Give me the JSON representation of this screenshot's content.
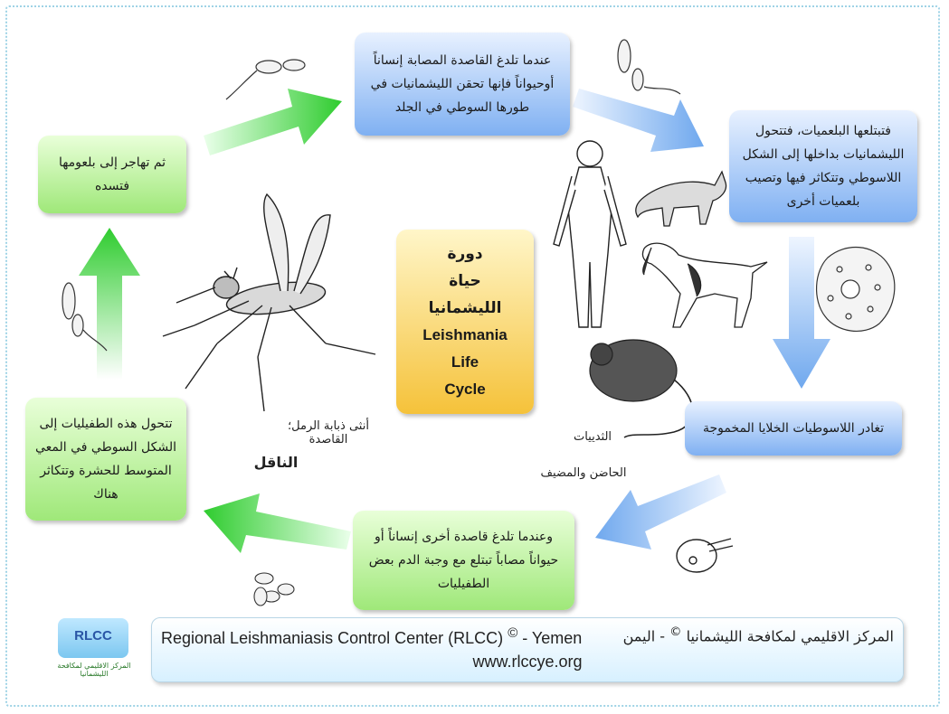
{
  "center": {
    "line1": "دورة",
    "line2": "حياة",
    "line3": "الليشمانيا",
    "line4": "Leishmania",
    "line5": "Life",
    "line6": "Cycle"
  },
  "steps": {
    "bite_inject": "عندما تلدغ القاصدة المصابة إنساناً أوحيواناً فإنها تحقن الليشمانيات في طورها السوطي في الجلد",
    "phagocytosis": "فتبتلعها البلعميات، فتتحول الليشمانيات بداخلها إلى الشكل اللاسوطي وتتكاثر فيها وتصيب بلعميات أخرى",
    "release": "تغادر اللاسوطيات الخلايا المخموجة",
    "bite_ingest": "وعندما تلدغ قاصدة أخرى إنساناً أو حيواناً مصاباً تبتلع مع وجبة الدم بعض الطفيليات",
    "transform": "تتحول هذه الطفيليات إلى الشكل السوطي في المعي المتوسط للحشرة وتتكاثر هناك",
    "migrate": "ثم تهاجر إلى بلعومها فتسده"
  },
  "labels": {
    "vector_caption": "أنثى ذبابة الرمل؛ القاصدة",
    "vector": "الناقل",
    "mammals": "الثدييات",
    "reservoir_host": "الحاضن والمضيف"
  },
  "footer": {
    "org_en": "Regional Leishmaniasis Control Center (RLCC)",
    "copyright": "©",
    "country_en": "- Yemen",
    "org_ar": "المركز الاقليمي لمكافحة الليشمانيا",
    "country_ar": "- اليمن",
    "url": "www.rlccye.org"
  },
  "logo": {
    "abbr": "RLCC",
    "caption": "المركز الاقليمي لمكافحة الليشمانيا"
  },
  "colors": {
    "green_box": "#9fe879",
    "blue_box": "#7fb0f2",
    "center_box": "#f5c23a",
    "green_arrow": "#3fcf3f",
    "blue_arrow": "#7fb4f0"
  }
}
